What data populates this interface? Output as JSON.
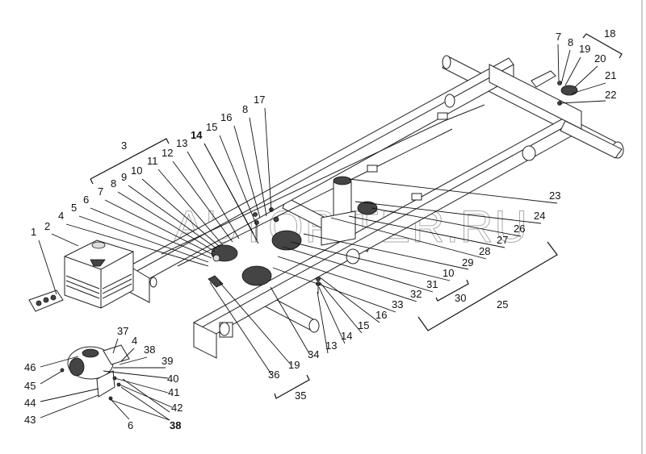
{
  "diagram": {
    "title": "Exploded parts diagram — truck chassis frame with fuel/air system components",
    "watermark": "AUTOPITER.RU",
    "callouts": [
      {
        "id": "c1",
        "label": "1"
      },
      {
        "id": "c2",
        "label": "2"
      },
      {
        "id": "c3",
        "label": "3"
      },
      {
        "id": "c4",
        "label": "4"
      },
      {
        "id": "c5",
        "label": "5"
      },
      {
        "id": "c6",
        "label": "6"
      },
      {
        "id": "c7",
        "label": "7"
      },
      {
        "id": "c8",
        "label": "8"
      },
      {
        "id": "c9",
        "label": "9"
      },
      {
        "id": "c10",
        "label": "10"
      },
      {
        "id": "c11",
        "label": "11"
      },
      {
        "id": "c12",
        "label": "12"
      },
      {
        "id": "c13",
        "label": "13"
      },
      {
        "id": "c14",
        "label": "14",
        "bold": true
      },
      {
        "id": "c15",
        "label": "15"
      },
      {
        "id": "c16",
        "label": "16"
      },
      {
        "id": "c8b",
        "label": "8"
      },
      {
        "id": "c17",
        "label": "17"
      },
      {
        "id": "c7r",
        "label": "7"
      },
      {
        "id": "c8r",
        "label": "8"
      },
      {
        "id": "c18",
        "label": "18"
      },
      {
        "id": "c19r",
        "label": "19"
      },
      {
        "id": "c20",
        "label": "20"
      },
      {
        "id": "c21",
        "label": "21"
      },
      {
        "id": "c22",
        "label": "22"
      },
      {
        "id": "c23",
        "label": "23"
      },
      {
        "id": "c24",
        "label": "24"
      },
      {
        "id": "c26",
        "label": "26"
      },
      {
        "id": "c27",
        "label": "27"
      },
      {
        "id": "c28",
        "label": "28"
      },
      {
        "id": "c29",
        "label": "29"
      },
      {
        "id": "c10b",
        "label": "10"
      },
      {
        "id": "c31",
        "label": "31"
      },
      {
        "id": "c30",
        "label": "30"
      },
      {
        "id": "c32",
        "label": "32"
      },
      {
        "id": "c33",
        "label": "33"
      },
      {
        "id": "c25",
        "label": "25"
      },
      {
        "id": "c16b",
        "label": "16"
      },
      {
        "id": "c15b",
        "label": "15"
      },
      {
        "id": "c14b",
        "label": "14"
      },
      {
        "id": "c13b",
        "label": "13"
      },
      {
        "id": "c34",
        "label": "34"
      },
      {
        "id": "c19b",
        "label": "19"
      },
      {
        "id": "c36",
        "label": "36"
      },
      {
        "id": "c35",
        "label": "35"
      },
      {
        "id": "c37",
        "label": "37"
      },
      {
        "id": "c4b",
        "label": "4"
      },
      {
        "id": "c38a",
        "label": "38"
      },
      {
        "id": "c39",
        "label": "39"
      },
      {
        "id": "c40",
        "label": "40"
      },
      {
        "id": "c41",
        "label": "41"
      },
      {
        "id": "c42",
        "label": "42"
      },
      {
        "id": "c38b",
        "label": "38",
        "bold": true
      },
      {
        "id": "c6b",
        "label": "6"
      },
      {
        "id": "c43",
        "label": "43"
      },
      {
        "id": "c44",
        "label": "44"
      },
      {
        "id": "c45",
        "label": "45"
      },
      {
        "id": "c46",
        "label": "46"
      }
    ]
  }
}
